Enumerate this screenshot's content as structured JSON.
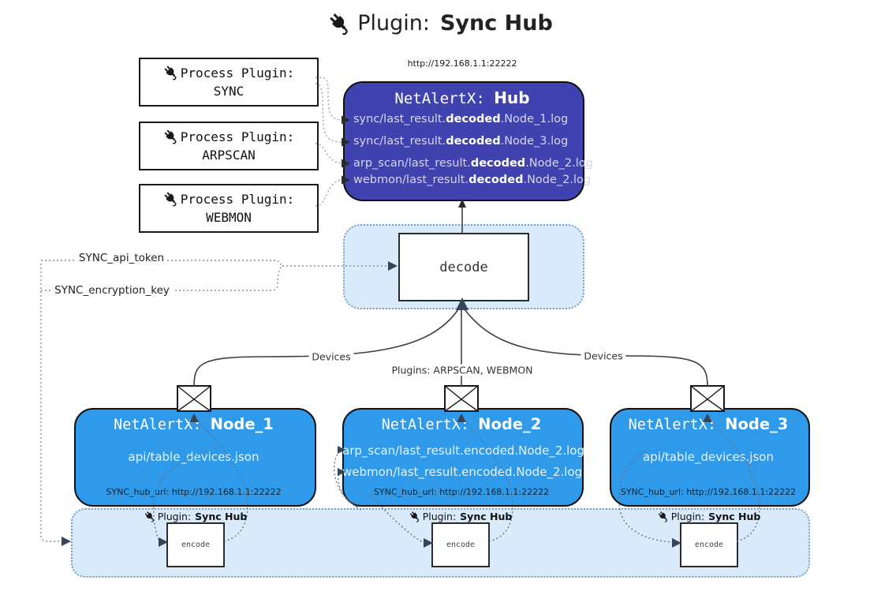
{
  "title": {
    "label": "Plugin:",
    "name": "Sync Hub"
  },
  "process_plugins": [
    {
      "line1": "Process Plugin:",
      "name": "SYNC"
    },
    {
      "line1": "Process Plugin:",
      "name": "ARPSCAN"
    },
    {
      "line1": "Process Plugin:",
      "name": "WEBMON"
    }
  ],
  "hub": {
    "url": "http://192.168.1.1:22222",
    "title_prefix": "NetAlertX:",
    "title_name": "Hub",
    "logs": [
      {
        "pre": "sync/last_result.",
        "bold": "decoded",
        "post": ".Node_1.log"
      },
      {
        "pre": "sync/last_result.",
        "bold": "decoded",
        "post": ".Node_3.log"
      },
      {
        "pre": "arp_scan/last_result.",
        "bold": "decoded",
        "post": ".Node_2.log"
      },
      {
        "pre": "webmon/last_result.",
        "bold": "decoded",
        "post": ".Node_2.log"
      }
    ]
  },
  "decode": {
    "label": "decode"
  },
  "keys": {
    "api_token": "SYNC_api_token",
    "encryption_key": "SYNC_encryption_key"
  },
  "edges": {
    "devices_left": "Devices",
    "plugins_mid": "Plugins: ARPSCAN, WEBMON",
    "devices_right": "Devices"
  },
  "nodes": [
    {
      "title_prefix": "NetAlertX:",
      "title_name": "Node_1",
      "files": [
        "api/table_devices.json"
      ],
      "hub_url_label": "SYNC_hub_url: http://192.168.1.1:22222"
    },
    {
      "title_prefix": "NetAlertX:",
      "title_name": "Node_2",
      "files": [
        "arp_scan/last_result.encoded.Node_2.log",
        "webmon/last_result.encoded.Node_2.log"
      ],
      "hub_url_label": "SYNC_hub_url: http://192.168.1.1:22222"
    },
    {
      "title_prefix": "NetAlertX:",
      "title_name": "Node_3",
      "files": [
        "api/table_devices.json"
      ],
      "hub_url_label": "SYNC_hub_url: http://192.168.1.1:22222"
    }
  ],
  "encode_sections": [
    {
      "label": "Plugin:",
      "name": "Sync Hub",
      "box": "encode"
    },
    {
      "label": "Plugin:",
      "name": "Sync Hub",
      "box": "encode"
    },
    {
      "label": "Plugin:",
      "name": "Sync Hub",
      "box": "encode"
    }
  ],
  "icons": {
    "plug": "electric-plug",
    "envelope": "message-envelope"
  },
  "colors": {
    "hub_fill": "#4043af",
    "node_fill": "#2e9ae9",
    "panel_fill": "#d9eafb",
    "panel_border": "#7fa0c0",
    "arrow_dark": "#36455a"
  }
}
